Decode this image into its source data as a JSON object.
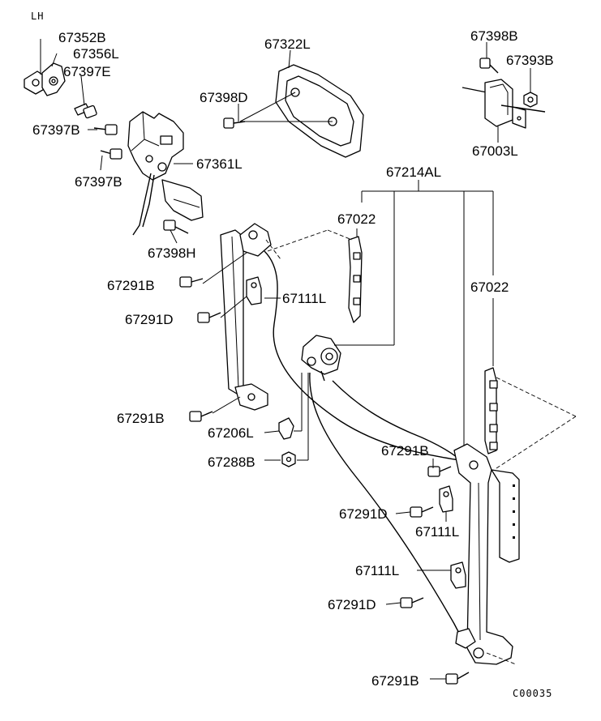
{
  "header": {
    "side_label": "LH"
  },
  "footer": {
    "code": "C00035"
  },
  "labels": [
    {
      "id": "l01",
      "text": "67352B"
    },
    {
      "id": "l02",
      "text": "67356L"
    },
    {
      "id": "l03",
      "text": "67397E"
    },
    {
      "id": "l04",
      "text": "67397B"
    },
    {
      "id": "l05",
      "text": "67397B"
    },
    {
      "id": "l06",
      "text": "67361L"
    },
    {
      "id": "l07",
      "text": "67398H"
    },
    {
      "id": "l08",
      "text": "67322L"
    },
    {
      "id": "l09",
      "text": "67398D"
    },
    {
      "id": "l10",
      "text": "67398B"
    },
    {
      "id": "l11",
      "text": "67393B"
    },
    {
      "id": "l12",
      "text": "67003L"
    },
    {
      "id": "l13",
      "text": "67214AL"
    },
    {
      "id": "l14",
      "text": "67022"
    },
    {
      "id": "l15",
      "text": "67022"
    },
    {
      "id": "l16",
      "text": "67291B"
    },
    {
      "id": "l17",
      "text": "67111L"
    },
    {
      "id": "l18",
      "text": "67291D"
    },
    {
      "id": "l19",
      "text": "67291B"
    },
    {
      "id": "l20",
      "text": "67206L"
    },
    {
      "id": "l21",
      "text": "67288B"
    },
    {
      "id": "l22",
      "text": "67291B"
    },
    {
      "id": "l23",
      "text": "67291D"
    },
    {
      "id": "l24",
      "text": "67111L"
    },
    {
      "id": "l25",
      "text": "67111L"
    },
    {
      "id": "l26",
      "text": "67291D"
    },
    {
      "id": "l27",
      "text": "67291B"
    }
  ]
}
